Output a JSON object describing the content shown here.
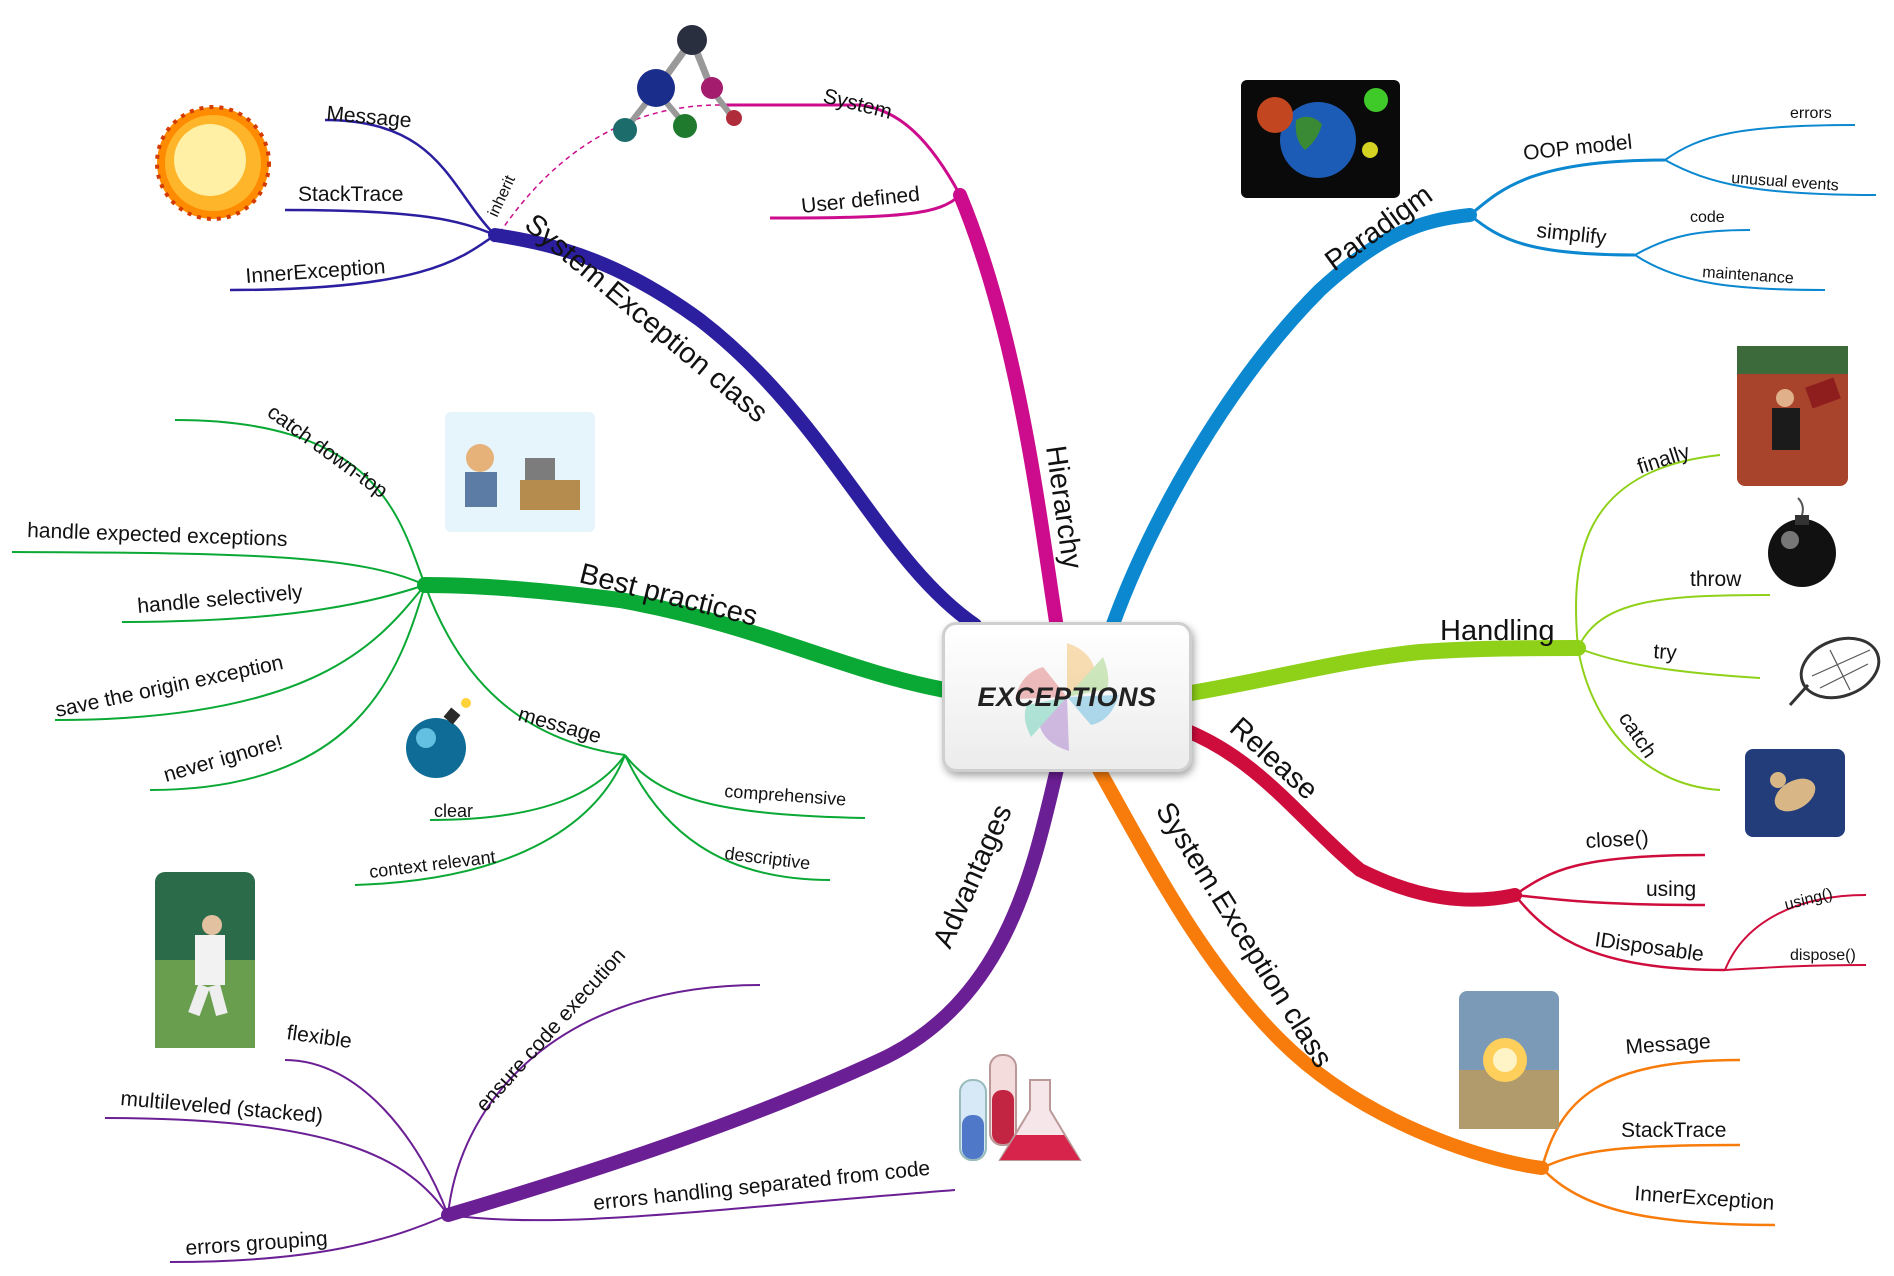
{
  "center": {
    "title": "EXCEPTIONS"
  },
  "branches": {
    "hierarchy": {
      "label": "Hierarchy",
      "color": "#cc0c8c",
      "children": [
        "System",
        "User defined"
      ]
    },
    "system_exception_left": {
      "label": "System.Exception class",
      "color": "#2b1fa0",
      "children": [
        "Message",
        "StackTrace",
        "InnerException"
      ],
      "relation": "inherit"
    },
    "best_practices": {
      "label": "Best practices",
      "color": "#0aa834",
      "children": [
        "catch down-top",
        "handle expected exceptions",
        "handle selectively",
        "save the origin exception",
        "never ignore!"
      ],
      "message": {
        "label": "message",
        "children": [
          "clear",
          "context relevant",
          "comprehensive",
          "descriptive"
        ]
      }
    },
    "advantages": {
      "label": "Advantages",
      "color": "#6b1f94",
      "children": [
        "flexible",
        "multileveled (stacked)",
        "errors grouping",
        "ensure code execution",
        "errors handling separated from code"
      ]
    },
    "paradigm": {
      "label": "Paradigm",
      "color": "#0b88d0",
      "oop": {
        "label": "OOP model",
        "children": [
          "errors",
          "unusual events"
        ]
      },
      "simplify": {
        "label": "simplify",
        "children": [
          "code",
          "maintenance"
        ]
      }
    },
    "handling": {
      "label": "Handling",
      "color": "#8fd118",
      "children": [
        "finally",
        "throw",
        "try",
        "catch"
      ]
    },
    "release": {
      "label": "Release",
      "color": "#cf0d3c",
      "children": [
        "close()",
        "using",
        "IDisposable"
      ],
      "idisposable_children": [
        "using()",
        "dispose()"
      ]
    },
    "system_exception_right": {
      "label": "System.Exception class",
      "color": "#f77c0c",
      "children": [
        "Message",
        "StackTrace",
        "InnerException"
      ]
    }
  },
  "icons": [
    "atom-molecule-icon",
    "fire-ball-icon",
    "globe-virus-icon",
    "frustrated-worker-icon",
    "bomb-icon",
    "baseball-player-icon",
    "chemistry-flasks-icon",
    "running-businessman-icon",
    "black-bomb-icon",
    "butterfly-net-icon",
    "cat-catch-icon",
    "explosion-icon"
  ]
}
